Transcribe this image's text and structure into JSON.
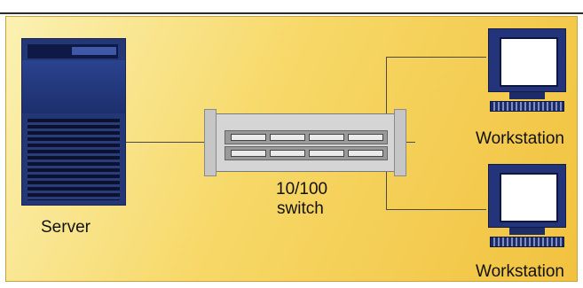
{
  "nodes": {
    "server_label": "Server",
    "switch_label_line1": "10/100",
    "switch_label_line2": "switch",
    "workstation_top_label": "Workstation",
    "workstation_bottom_label": "Workstation"
  },
  "colors": {
    "background_gradient_start": "#fbf1b3",
    "background_gradient_end": "#f1c23f",
    "device_blue": "#233777",
    "switch_gray": "#d5d5d5",
    "wire": "#4a4a4a"
  }
}
